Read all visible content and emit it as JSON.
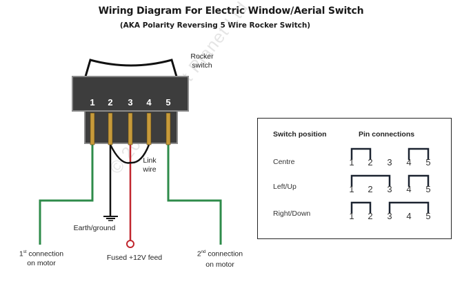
{
  "title": "Wiring Diagram For Electric Window/Aerial Switch",
  "subtitle": "(AKA Polarity Reversing 5 Wire Rocker Switch)",
  "switch": {
    "label_line1": "Rocker",
    "label_line2": "switch",
    "pins": [
      "1",
      "2",
      "3",
      "4",
      "5"
    ]
  },
  "labels": {
    "link_line1": "Link",
    "link_line2": "wire",
    "earth": "Earth/ground",
    "feed": "Fused +12V feed",
    "motor1_num": "1",
    "motor1_sup": "st",
    "motor1_line1": "connection",
    "motor1_line2": "on motor",
    "motor2_num": "2",
    "motor2_sup": "nd",
    "motor2_line1": "connection",
    "motor2_line2": "on motor"
  },
  "watermark": "© 2014 12 Volt Planet Ltd",
  "colors": {
    "switch_body": "#3d3d3d",
    "switch_border": "#8c8c8c",
    "pin": "#c79a3a",
    "motor_wire": "#2e8b4a",
    "feed_wire": "#c0262d",
    "ground_wire": "#111111"
  },
  "table": {
    "header_position": "Switch position",
    "header_pins": "Pin connections",
    "pins": [
      "1",
      "2",
      "3",
      "4",
      "5"
    ],
    "rows": [
      {
        "position": "Centre",
        "connections": [
          [
            1,
            2
          ],
          [
            4,
            5
          ]
        ]
      },
      {
        "position": "Left/Up",
        "connections": [
          [
            1,
            3
          ],
          [
            4,
            5
          ]
        ]
      },
      {
        "position": "Right/Down",
        "connections": [
          [
            1,
            2
          ],
          [
            3,
            5
          ]
        ]
      }
    ]
  }
}
